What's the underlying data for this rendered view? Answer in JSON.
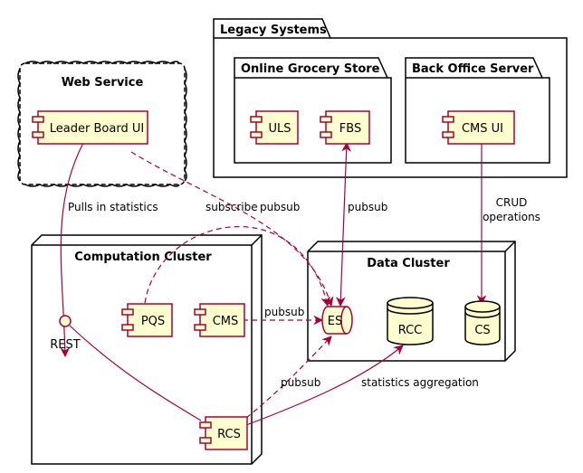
{
  "containers": {
    "legacy": "Legacy Systems",
    "grocery": "Online Grocery Store",
    "backoffice": "Back Office Server",
    "web": "Web Service",
    "computation": "Computation Cluster",
    "data": "Data Cluster"
  },
  "components": {
    "leaderboard": "Leader Board UI",
    "uls": "ULS",
    "fbs": "FBS",
    "cmsui": "CMS UI",
    "pqs": "PQS",
    "cms": "CMS",
    "rcs": "RCS"
  },
  "queue": {
    "es": "ES"
  },
  "databases": {
    "rcc": "RCC",
    "cs": "CS"
  },
  "interface": {
    "rest": "REST"
  },
  "edges": {
    "pulls": "Pulls in statistics",
    "subscribe": "subscribe",
    "pubsub_leader": "pubsub",
    "pubsub_fbs": "pubsub",
    "crud_1": "CRUD",
    "crud_2": "operations",
    "pubsub_cms": "pubsub",
    "pubsub_rcs": "pubsub",
    "stats_agg": "statistics aggregation"
  },
  "colors": {
    "component_fill": "#FEFECE",
    "line": "#A80036",
    "border": "#000000"
  }
}
